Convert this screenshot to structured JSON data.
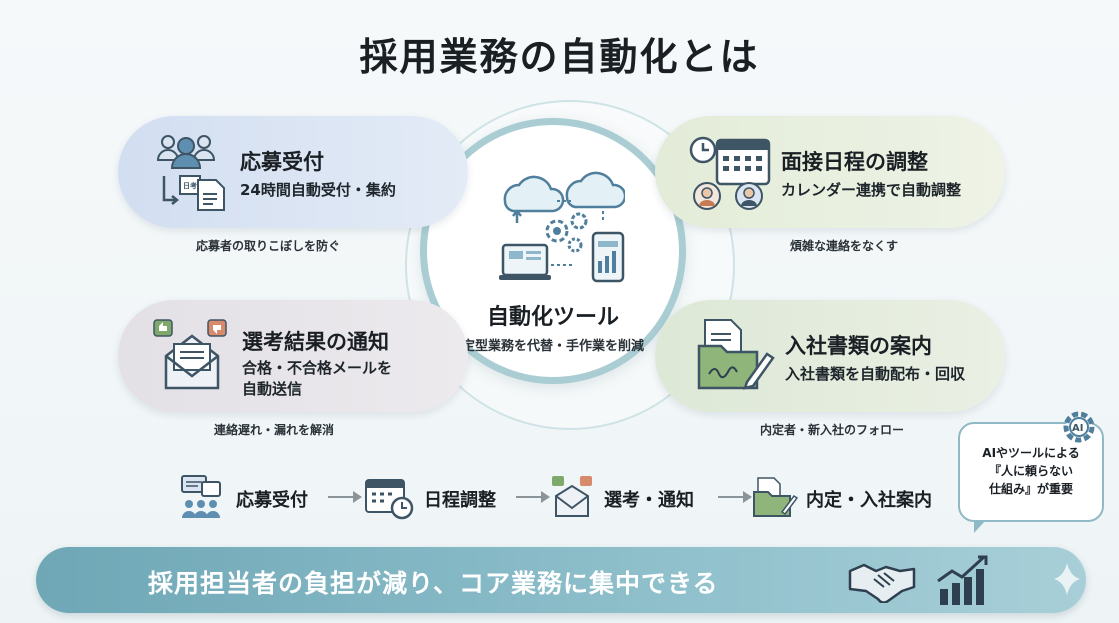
{
  "title": "採用業務の自動化とは",
  "center": {
    "title": "自動化ツール",
    "subtitle": "定型業務を代替・手作業を削減"
  },
  "cards": {
    "application": {
      "title": "応募受付",
      "sub1": "24時間自動受付・集約",
      "note": "応募者の取りこぼしを防ぐ",
      "doc_label": "日考"
    },
    "interview": {
      "title": "面接日程の調整",
      "sub1": "カレンダー連携で自動調整",
      "note": "煩雑な連絡をなくす"
    },
    "result": {
      "title": "選考結果の通知",
      "sub1": "合格・不合格メールを",
      "sub2": "自動送信",
      "note": "連絡遅れ・漏れを解消"
    },
    "onboarding": {
      "title": "入社書類の案内",
      "sub1": "入社書類を自動配布・回収",
      "note": "内定者・新入社のフォロー"
    }
  },
  "flow": [
    "応募受付",
    "日程調整",
    "選考・通知",
    "内定・入社案内"
  ],
  "bubble": {
    "line1": "AIやツールによる",
    "line2": "『人に頼らない",
    "line3": "仕組み』が重要",
    "badge": "AI"
  },
  "banner": "採用担当者の負担が減り、コア業務に集中できる",
  "colors": {
    "ring": "#a9cdd3",
    "banner": "#6fa7b6",
    "icon_blue": "#5f8fb0",
    "icon_dark": "#3e5566"
  }
}
